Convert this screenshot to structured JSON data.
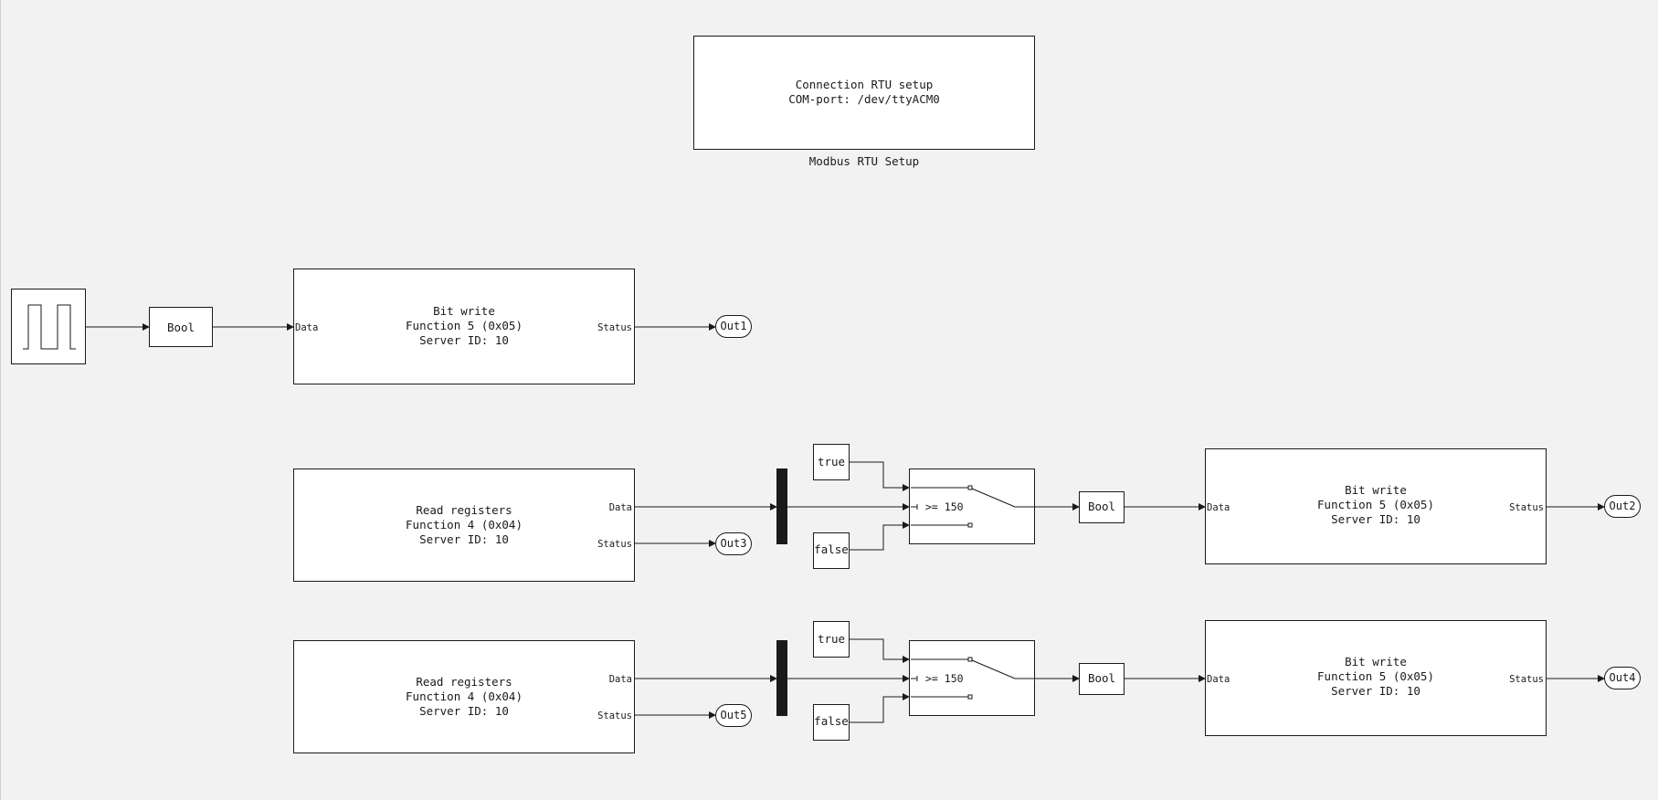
{
  "setup": {
    "line1": "Connection RTU setup",
    "line2": "COM-port: /dev/ttyACM0",
    "caption": "Modbus RTU Setup"
  },
  "pulse": {
    "icon": "pulse-wave-icon"
  },
  "bool_label": "Bool",
  "bitwrite": {
    "line1": "Bit write",
    "line2": "Function 5 (0x05)",
    "line3": "Server ID: 10",
    "port_in": "Data",
    "port_out": "Status"
  },
  "readreg": {
    "line1": "Read registers",
    "line2": "Function 4 (0x04)",
    "line3": "Server ID: 10",
    "port_data": "Data",
    "port_status": "Status"
  },
  "constants": {
    "true_label": "true",
    "false_label": "false"
  },
  "switch": {
    "criterion": ">= 150"
  },
  "outports": {
    "out1": "Out1",
    "out2": "Out2",
    "out3": "Out3",
    "out4": "Out4",
    "out5": "Out5"
  },
  "colors": {
    "background": "#f2f2f2",
    "block_fill": "#ffffff",
    "line": "#1a1a1a"
  }
}
